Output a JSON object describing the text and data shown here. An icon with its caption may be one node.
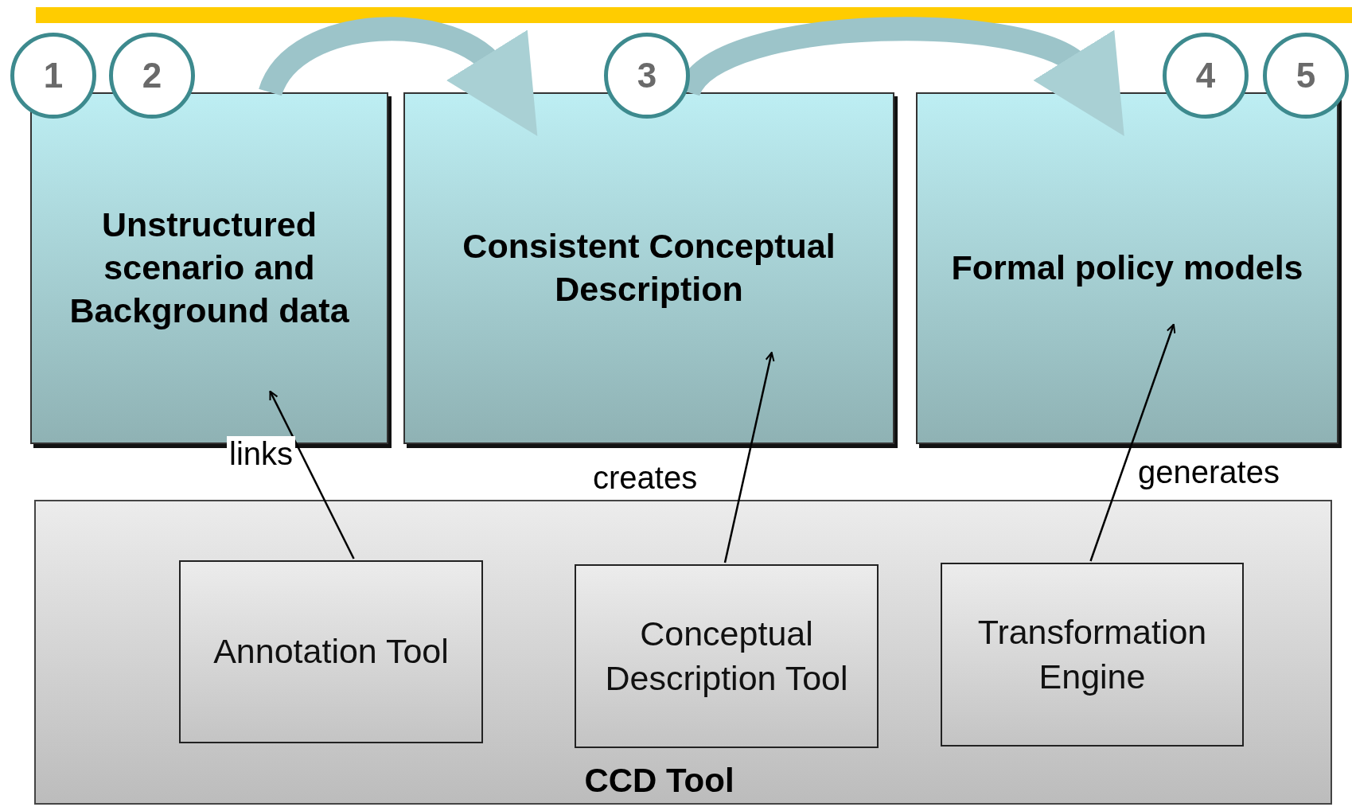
{
  "diagram": {
    "nodes": [
      {
        "text": [
          "1"
        ]
      },
      {
        "text": [
          "2"
        ]
      },
      {
        "text": [
          "Unstructured scenario and Background data"
        ]
      },
      {
        "text": [
          "3"
        ]
      },
      {
        "text": [
          "Consistent Conceptual Description"
        ]
      },
      {
        "text": [
          "4"
        ]
      },
      {
        "text": [
          "5"
        ]
      },
      {
        "text": [
          "Formal policy models"
        ]
      },
      {
        "text": [
          "CCD Tool"
        ]
      },
      {
        "text": [
          "Annotation Tool"
        ],
        "in": 8
      },
      {
        "text": [
          "Conceptual Description Tool"
        ],
        "in": 8
      },
      {
        "text": [
          "Transformation Engine"
        ],
        "in": 8
      }
    ],
    "edges": [
      {
        "from": 2,
        "to": 4,
        "arrow": "to",
        "style": "thick",
        "color": "#9cc4c9"
      },
      {
        "from": 4,
        "to": 7,
        "arrow": "to",
        "style": "thick",
        "color": "#9cc4c9"
      },
      {
        "from": 9,
        "to": 2,
        "arrow": "to",
        "label": "links"
      },
      {
        "from": 10,
        "to": 4,
        "arrow": "to",
        "label": "creates"
      },
      {
        "from": 11,
        "to": 7,
        "arrow": "to",
        "label": "generates"
      }
    ]
  }
}
